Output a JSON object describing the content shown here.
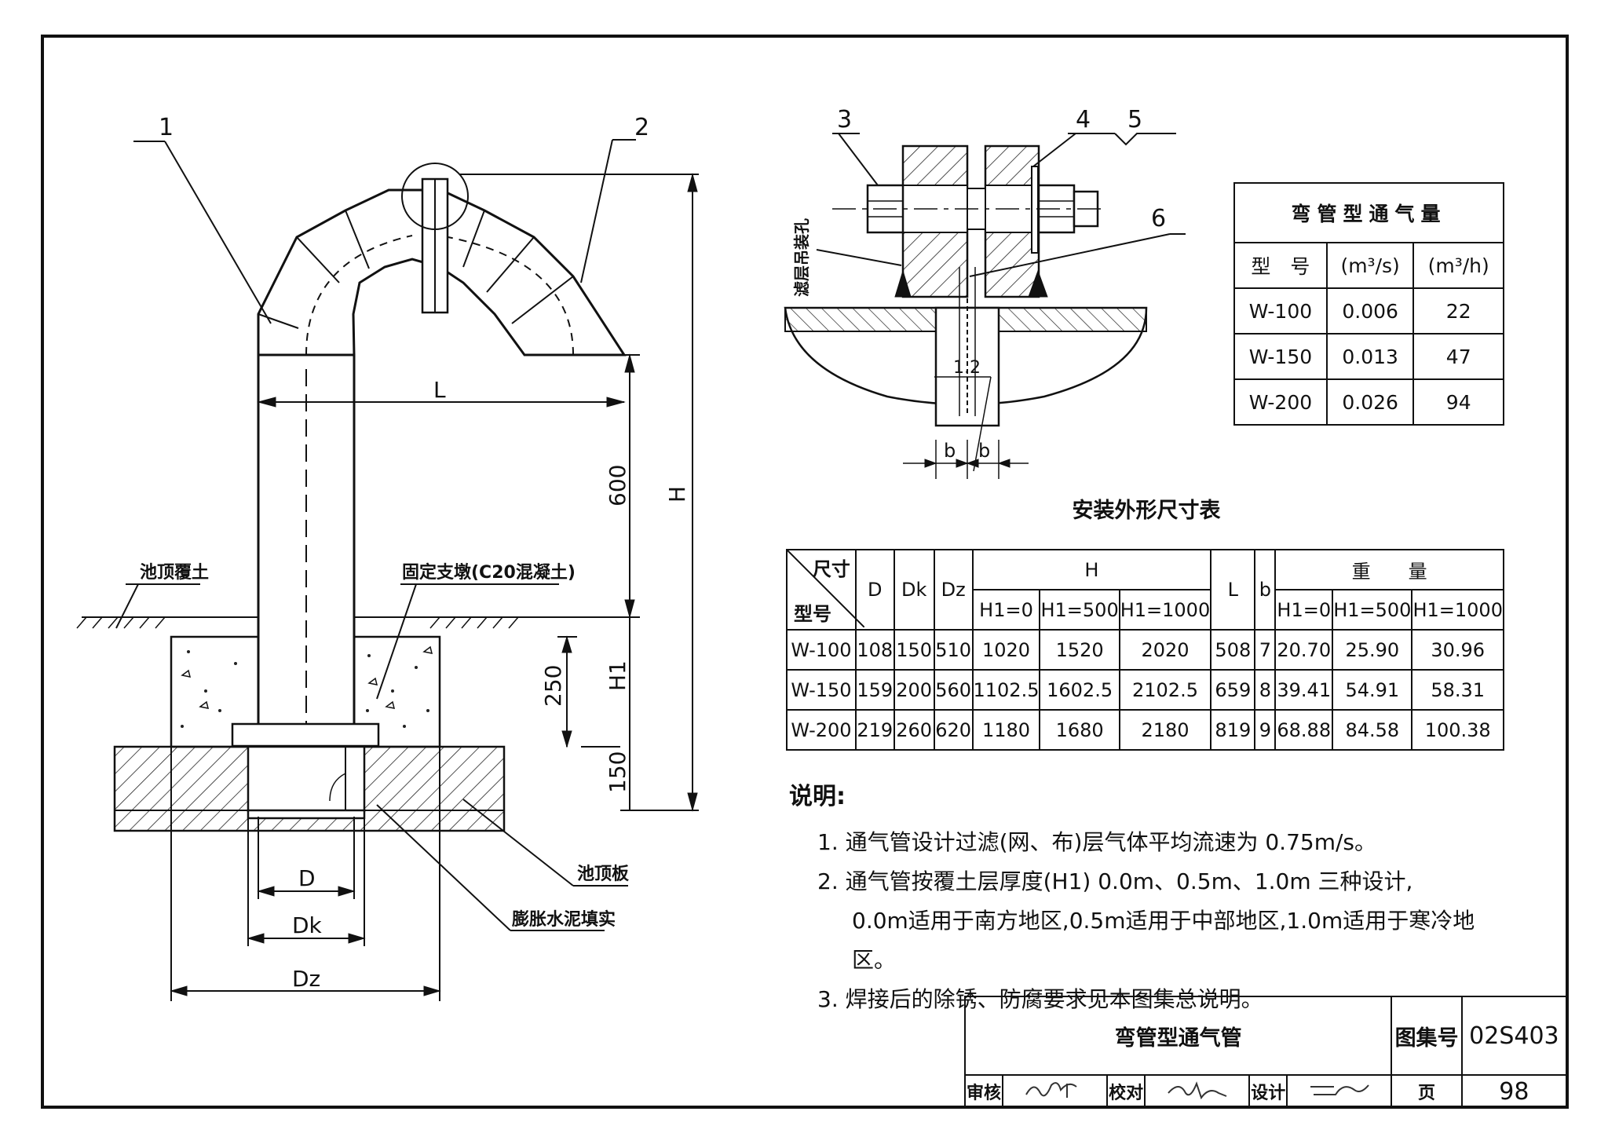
{
  "drawing": {
    "labels": {
      "part1": "1",
      "part2": "2",
      "part3": "3",
      "part4": "4",
      "part5": "5",
      "part6": "6",
      "dim_L": "L",
      "dim_H": "H",
      "dim_600": "600",
      "dim_H1": "H1",
      "dim_250": "250",
      "dim_150": "150",
      "dim_D": "D",
      "dim_Dk": "Dk",
      "dim_Dz": "Dz",
      "dim_b1": "b",
      "dim_b2": "b",
      "dim_12": "1.2",
      "soil_cover": "池顶覆土",
      "support": "固定支墩(C20混凝土)",
      "roof_slab": "池顶板",
      "cement_fill": "膨胀水泥填实",
      "filter_hole": "滤层吊装孔"
    }
  },
  "airflow_table": {
    "title": "弯管型通气量",
    "headers": [
      "型　号",
      "(m³/s)",
      "(m³/h)"
    ],
    "rows": [
      [
        "W-100",
        "0.006",
        "22"
      ],
      [
        "W-150",
        "0.013",
        "47"
      ],
      [
        "W-200",
        "0.026",
        "94"
      ]
    ]
  },
  "dims_table": {
    "title": "安装外形尺寸表",
    "corner_top": "尺寸",
    "corner_bottom": "型号",
    "col_D": "D",
    "col_Dk": "Dk",
    "col_Dz": "Dz",
    "group_H": "H",
    "col_L": "L",
    "col_b": "b",
    "group_weight": "重　　量",
    "sub_h": [
      "H1=0",
      "H1=500",
      "H1=1000"
    ],
    "sub_w": [
      "H1=0",
      "H1=500",
      "H1=1000"
    ],
    "rows": [
      [
        "W-100",
        "108",
        "150",
        "510",
        "1020",
        "1520",
        "2020",
        "508",
        "7",
        "20.70",
        "25.90",
        "30.96"
      ],
      [
        "W-150",
        "159",
        "200",
        "560",
        "1102.5",
        "1602.5",
        "2102.5",
        "659",
        "8",
        "39.41",
        "54.91",
        "58.31"
      ],
      [
        "W-200",
        "219",
        "260",
        "620",
        "1180",
        "1680",
        "2180",
        "819",
        "9",
        "68.88",
        "84.58",
        "100.38"
      ]
    ]
  },
  "notes": {
    "heading": "说明:",
    "items": [
      "1. 通气管设计过滤(网、布)层气体平均流速为 0.75m/s。",
      "2. 通气管按覆土层厚度(H1) 0.0m、0.5m、1.0m 三种设计,",
      "0.0m适用于南方地区,0.5m适用于中部地区,1.0m适用于寒冷地区。",
      "3. 焊接后的除锈、防腐要求见本图集总说明。"
    ]
  },
  "title_block": {
    "title": "弯管型通气管",
    "atlas_label": "图集号",
    "atlas_no": "02S403",
    "review_label": "审核",
    "check_label": "校对",
    "design_label": "设计",
    "page_label": "页",
    "page_no": "98"
  }
}
